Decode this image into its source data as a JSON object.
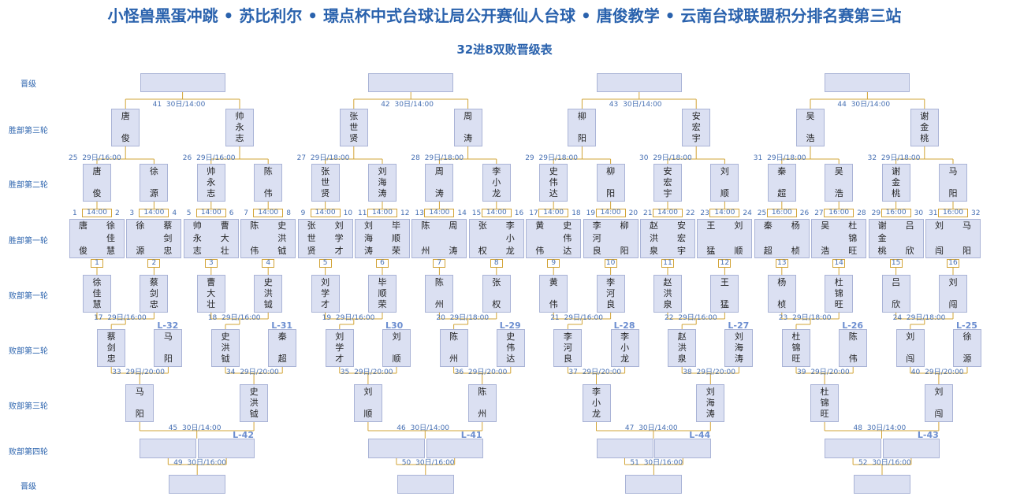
{
  "title": "小怪兽黑蛋冲跳 • 苏比利尔 • 璟点杯中式台球让局公开赛仙人台球 • 唐俊教学 • 云南台球联盟积分排名赛第三站",
  "subtitle": "32进8双败晋级表",
  "row_labels": [
    "晋级",
    "胜部第三轮",
    "胜部第二轮",
    "胜部第一轮",
    "败部第一轮",
    "败部第二轮",
    "败部第三轮",
    "败部第四轮",
    "晋级"
  ],
  "seeds": [
    "1",
    "2",
    "3",
    "4",
    "5",
    "6",
    "7",
    "8",
    "9",
    "10",
    "11",
    "12",
    "13",
    "14",
    "15",
    "16",
    "17",
    "18",
    "19",
    "20",
    "21",
    "22",
    "23",
    "24",
    "25",
    "26",
    "27",
    "28",
    "29",
    "30",
    "31",
    "32"
  ],
  "r1_players": [
    "唐俊",
    "徐佳慧",
    "徐源",
    "蔡剑忠",
    "帅永志",
    "曹大壮",
    "陈伟",
    "史洪钺",
    "张世贤",
    "刘学才",
    "刘海涛",
    "毕顺荣",
    "陈州",
    "周涛",
    "张权",
    "李小龙",
    "黄伟",
    "史伟达",
    "李河良",
    "柳阳",
    "赵洪泉",
    "安宏宇",
    "王猛",
    "刘顺",
    "秦超",
    "杨桢",
    "吴浩",
    "杜锦旺",
    "谢金桃",
    "吕欣",
    "刘闯",
    "马阳"
  ],
  "r1_times": [
    "14:00",
    "14:00",
    "14:00",
    "14:00",
    "14:00",
    "14:00",
    "14:00",
    "14:00",
    "14:00",
    "14:00",
    "14:00",
    "14:00",
    "16:00",
    "16:00",
    "16:00",
    "16:00"
  ],
  "r1_badges": [
    "1",
    "2",
    "3",
    "4",
    "5",
    "6",
    "7",
    "8",
    "9",
    "10",
    "11",
    "12",
    "13",
    "14",
    "15",
    "16"
  ],
  "w2_players": [
    "唐俊",
    "徐源",
    "帅永志",
    "陈伟",
    "张世贤",
    "刘海涛",
    "周涛",
    "李小龙",
    "史伟达",
    "柳阳",
    "安宏宇",
    "刘顺",
    "秦超",
    "吴浩",
    "谢金桃",
    "马阳"
  ],
  "w2_labels": [
    "25",
    "29日/16:00",
    "26",
    "29日/16:00",
    "27",
    "29日/18:00",
    "28",
    "29日/18:00",
    "29",
    "29日/18:00",
    "30",
    "29日/18:00",
    "31",
    "29日/18:00",
    "32",
    "29日/18:00"
  ],
  "w3_players": [
    "唐俊",
    "帅永志",
    "张世贤",
    "周涛",
    "柳阳",
    "安宏宇",
    "吴浩",
    "谢金桃"
  ],
  "w3_labels": [
    "41",
    "30日/14:00",
    "42",
    "30日/14:00",
    "43",
    "30日/14:00",
    "44",
    "30日/14:00"
  ],
  "l1_players": [
    "徐佳慧",
    "蔡剑忠",
    "曹大壮",
    "史洪钺",
    "刘学才",
    "毕顺荣",
    "陈州",
    "张权",
    "黄伟",
    "李河良",
    "赵洪泉",
    "王猛",
    "杨桢",
    "杜锦旺",
    "吕欣",
    "刘闯"
  ],
  "l1_labels": [
    "17",
    "29日/16:00",
    "18",
    "29日/16:00",
    "19",
    "29日/16:00",
    "20",
    "29日/18:00",
    "21",
    "29日/16:00",
    "22",
    "29日/16:00",
    "23",
    "29日/18:00",
    "24",
    "29日/18:00"
  ],
  "l2_players": [
    "蔡剑忠",
    "马阳",
    "史洪钺",
    "秦超",
    "刘学才",
    "刘顺",
    "陈州",
    "史伟达",
    "李河良",
    "李小龙",
    "赵洪泉",
    "刘海涛",
    "杜锦旺",
    "陈伟",
    "刘闯",
    "徐源"
  ],
  "l2_refs": [
    "L-32",
    "L-31",
    "L30",
    "L-29",
    "L-28",
    "L-27",
    "L-26",
    "L-25"
  ],
  "l2_labels": [
    "33",
    "29日/20:00",
    "34",
    "29日/20:00",
    "35",
    "29日/20:00",
    "36",
    "29日/20:00",
    "37",
    "29日/20:00",
    "38",
    "29日/20:00",
    "39",
    "29日/20:00",
    "40",
    "29日/20:00"
  ],
  "l3_players": [
    "马阳",
    "史洪钺",
    "刘顺",
    "陈州",
    "李小龙",
    "刘海涛",
    "杜锦旺",
    "刘闯"
  ],
  "l3_labels": [
    "45",
    "30日/14:00",
    "46",
    "30日/14:00",
    "47",
    "30日/14:00",
    "48",
    "30日/14:00"
  ],
  "l4_refs": [
    "L-42",
    "L-41",
    "L-44",
    "L-43"
  ],
  "l4_labels": [
    "49",
    "30日/16:00",
    "50",
    "30日/16:00",
    "51",
    "30日/16:00",
    "52",
    "30日/16:00"
  ],
  "colors": {
    "title": "#2a62ad",
    "box_fill": "#dbe0f2",
    "box_border": "#a9b3d6",
    "line": "#d2a437",
    "label": "#4770b3",
    "ref": "#6c8ed0"
  }
}
